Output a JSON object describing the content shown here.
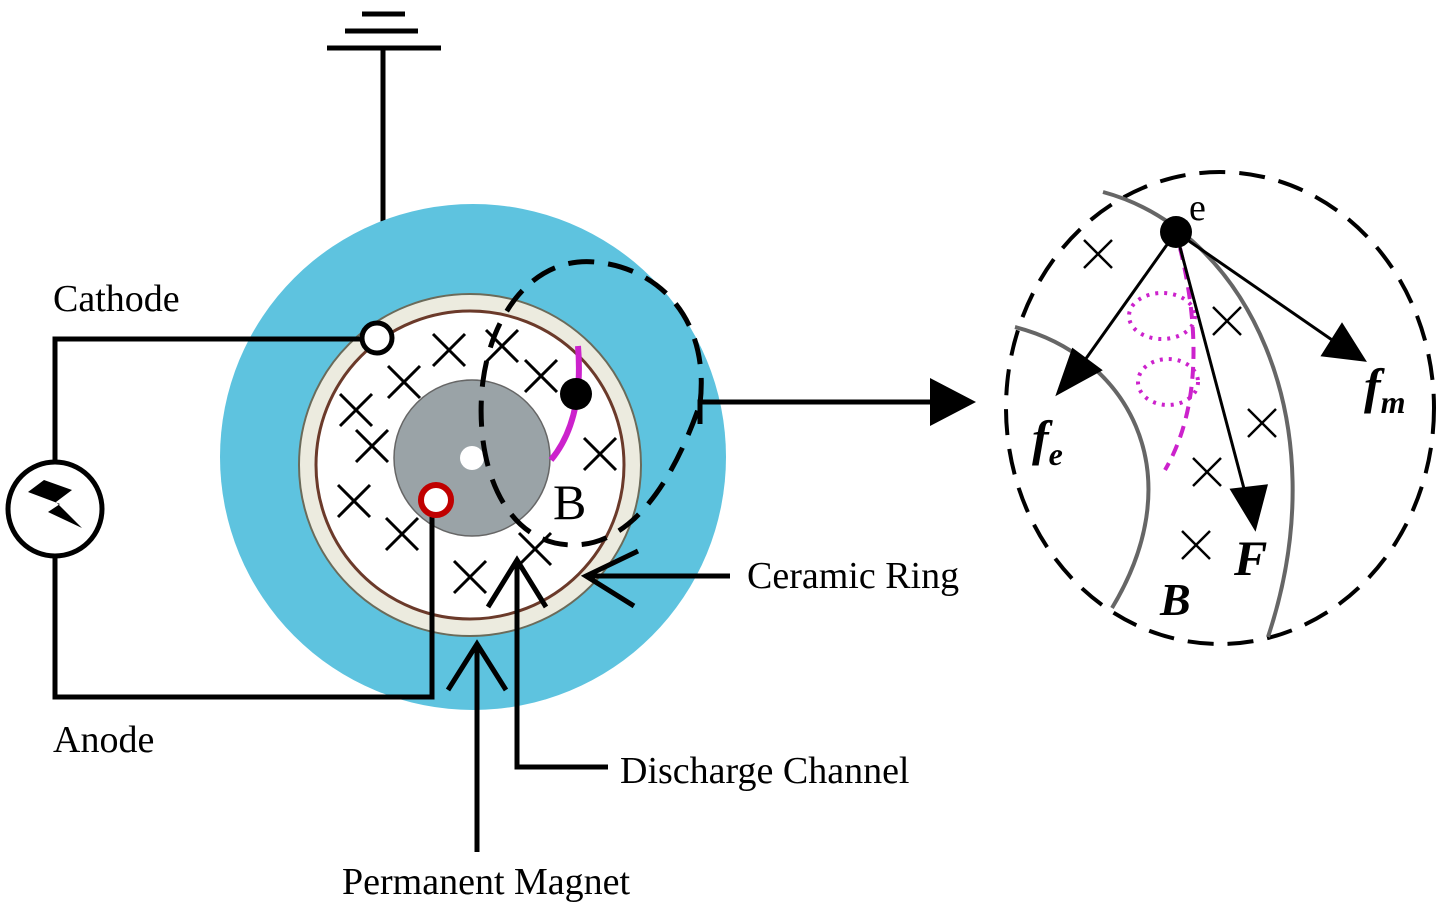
{
  "figure": {
    "labels": {
      "cathode": "Cathode",
      "anode": "Anode",
      "ceramic_ring": "Ceramic Ring",
      "discharge_channel": "Discharge Channel",
      "permanent_magnet": "Permanent Magnet",
      "field_b": "B"
    },
    "inset": {
      "electron": "e",
      "fe_main": "f",
      "fe_sub": "e",
      "fm_main": "f",
      "fm_sub": "m",
      "force": "F",
      "field_b": "B"
    },
    "colors": {
      "outer_ring": "#5ec3df",
      "ceramic": "#ecebdf",
      "channel_edge": "#6b3a2a",
      "magnet": "#9aa3a7",
      "trajectory": "#cc22cc",
      "anode_terminal": "#c00000"
    }
  }
}
